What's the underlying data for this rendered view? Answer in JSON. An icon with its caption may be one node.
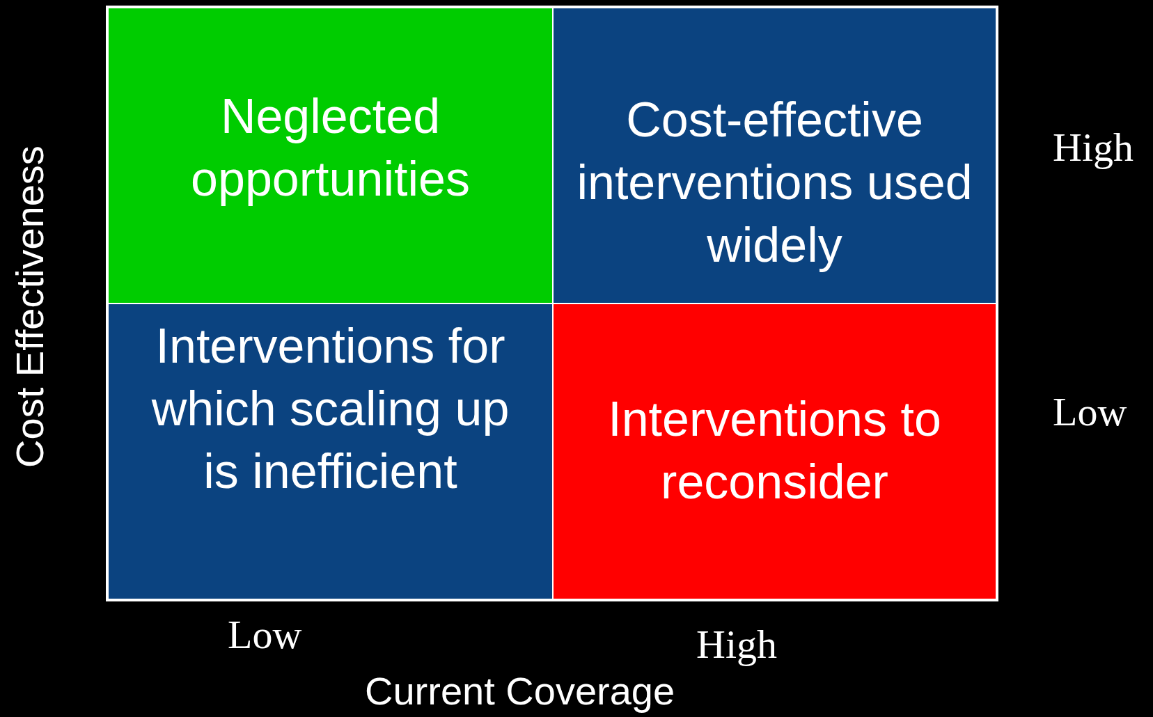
{
  "diagram": {
    "nodes": [
      {
        "text": [
          "Neglected opportunities"
        ]
      },
      {
        "text": [
          "Cost-effective interventions used widely"
        ]
      },
      {
        "text": [
          "Interventions for which scaling up is inefficient"
        ]
      },
      {
        "text": [
          "Interventions to reconsider"
        ]
      }
    ],
    "labels": [
      "Cost Effectiveness",
      "High",
      "Low",
      "Low",
      "High",
      "Current Coverage"
    ]
  }
}
